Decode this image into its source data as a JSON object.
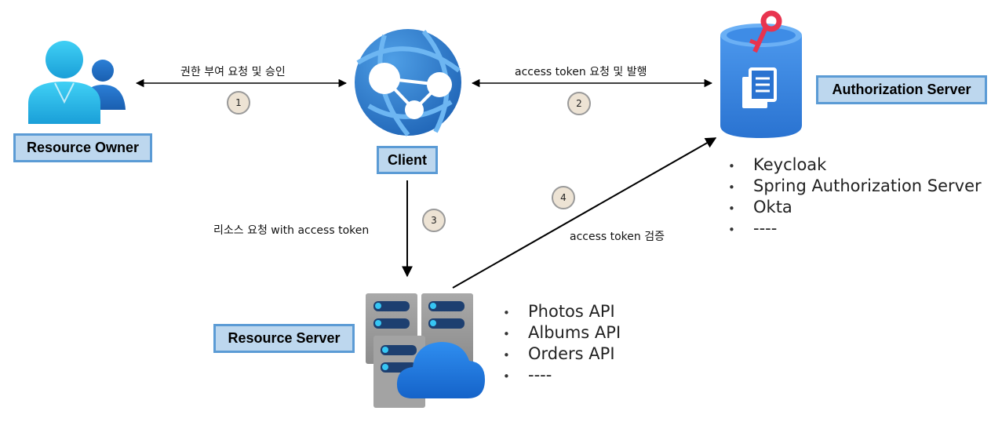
{
  "nodes": {
    "resource_owner": "Resource Owner",
    "client": "Client",
    "authorization_server": "Authorization Server",
    "resource_server": "Resource Server"
  },
  "edges": {
    "e1": {
      "label": "권한 부여 요청 및 승인",
      "step": "1"
    },
    "e2": {
      "label": "access token 요청 및 발행",
      "step": "2"
    },
    "e3": {
      "label": "리소스 요청 with access token",
      "step": "3"
    },
    "e4": {
      "label": "access token 검증",
      "step": "4"
    }
  },
  "auth_server_examples": [
    "Keycloak",
    "Spring Authorization Server",
    "Okta",
    "----"
  ],
  "resource_server_apis": [
    "Photos API",
    "Albums API",
    "Orders API",
    "----"
  ],
  "bullet": "•",
  "colors": {
    "box_fill": "#bdd7ee",
    "box_border": "#5b9bd5",
    "step_fill": "#ede3d4",
    "icon_blue": "#3a86d4",
    "key_red": "#e8344f"
  }
}
